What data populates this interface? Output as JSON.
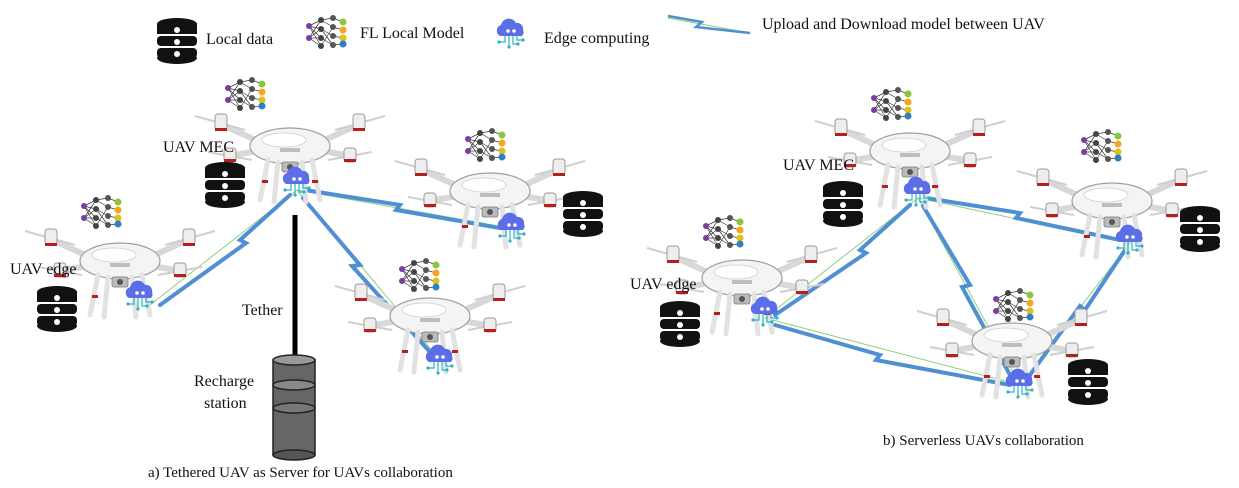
{
  "legend": {
    "local_data": "Local data",
    "fl_local_model": "FL Local Model",
    "edge_computing": "Edge computing",
    "link": "Upload and Download model between UAV"
  },
  "panel_a": {
    "uav_mec": "UAV MEC",
    "uav_edge": "UAV edge",
    "tether": "Tether",
    "recharge_line1": "Recharge",
    "recharge_line2": "station",
    "caption": "a) Tethered UAV as  Server for  UAVs collaboration"
  },
  "panel_b": {
    "uav_mec": "UAV MEC",
    "uav_edge": "UAV edge",
    "caption": "b) Serverless UAVs collaboration"
  },
  "colors": {
    "link_blue": "#4f8fd4",
    "drone_body": "#f2f2f2",
    "drone_accent": "#b5201e",
    "cloud": "#5b6ee8",
    "circuit": "#2ab3c8",
    "database": "#111111",
    "tether": "#000000",
    "station_fill": "#555555"
  }
}
